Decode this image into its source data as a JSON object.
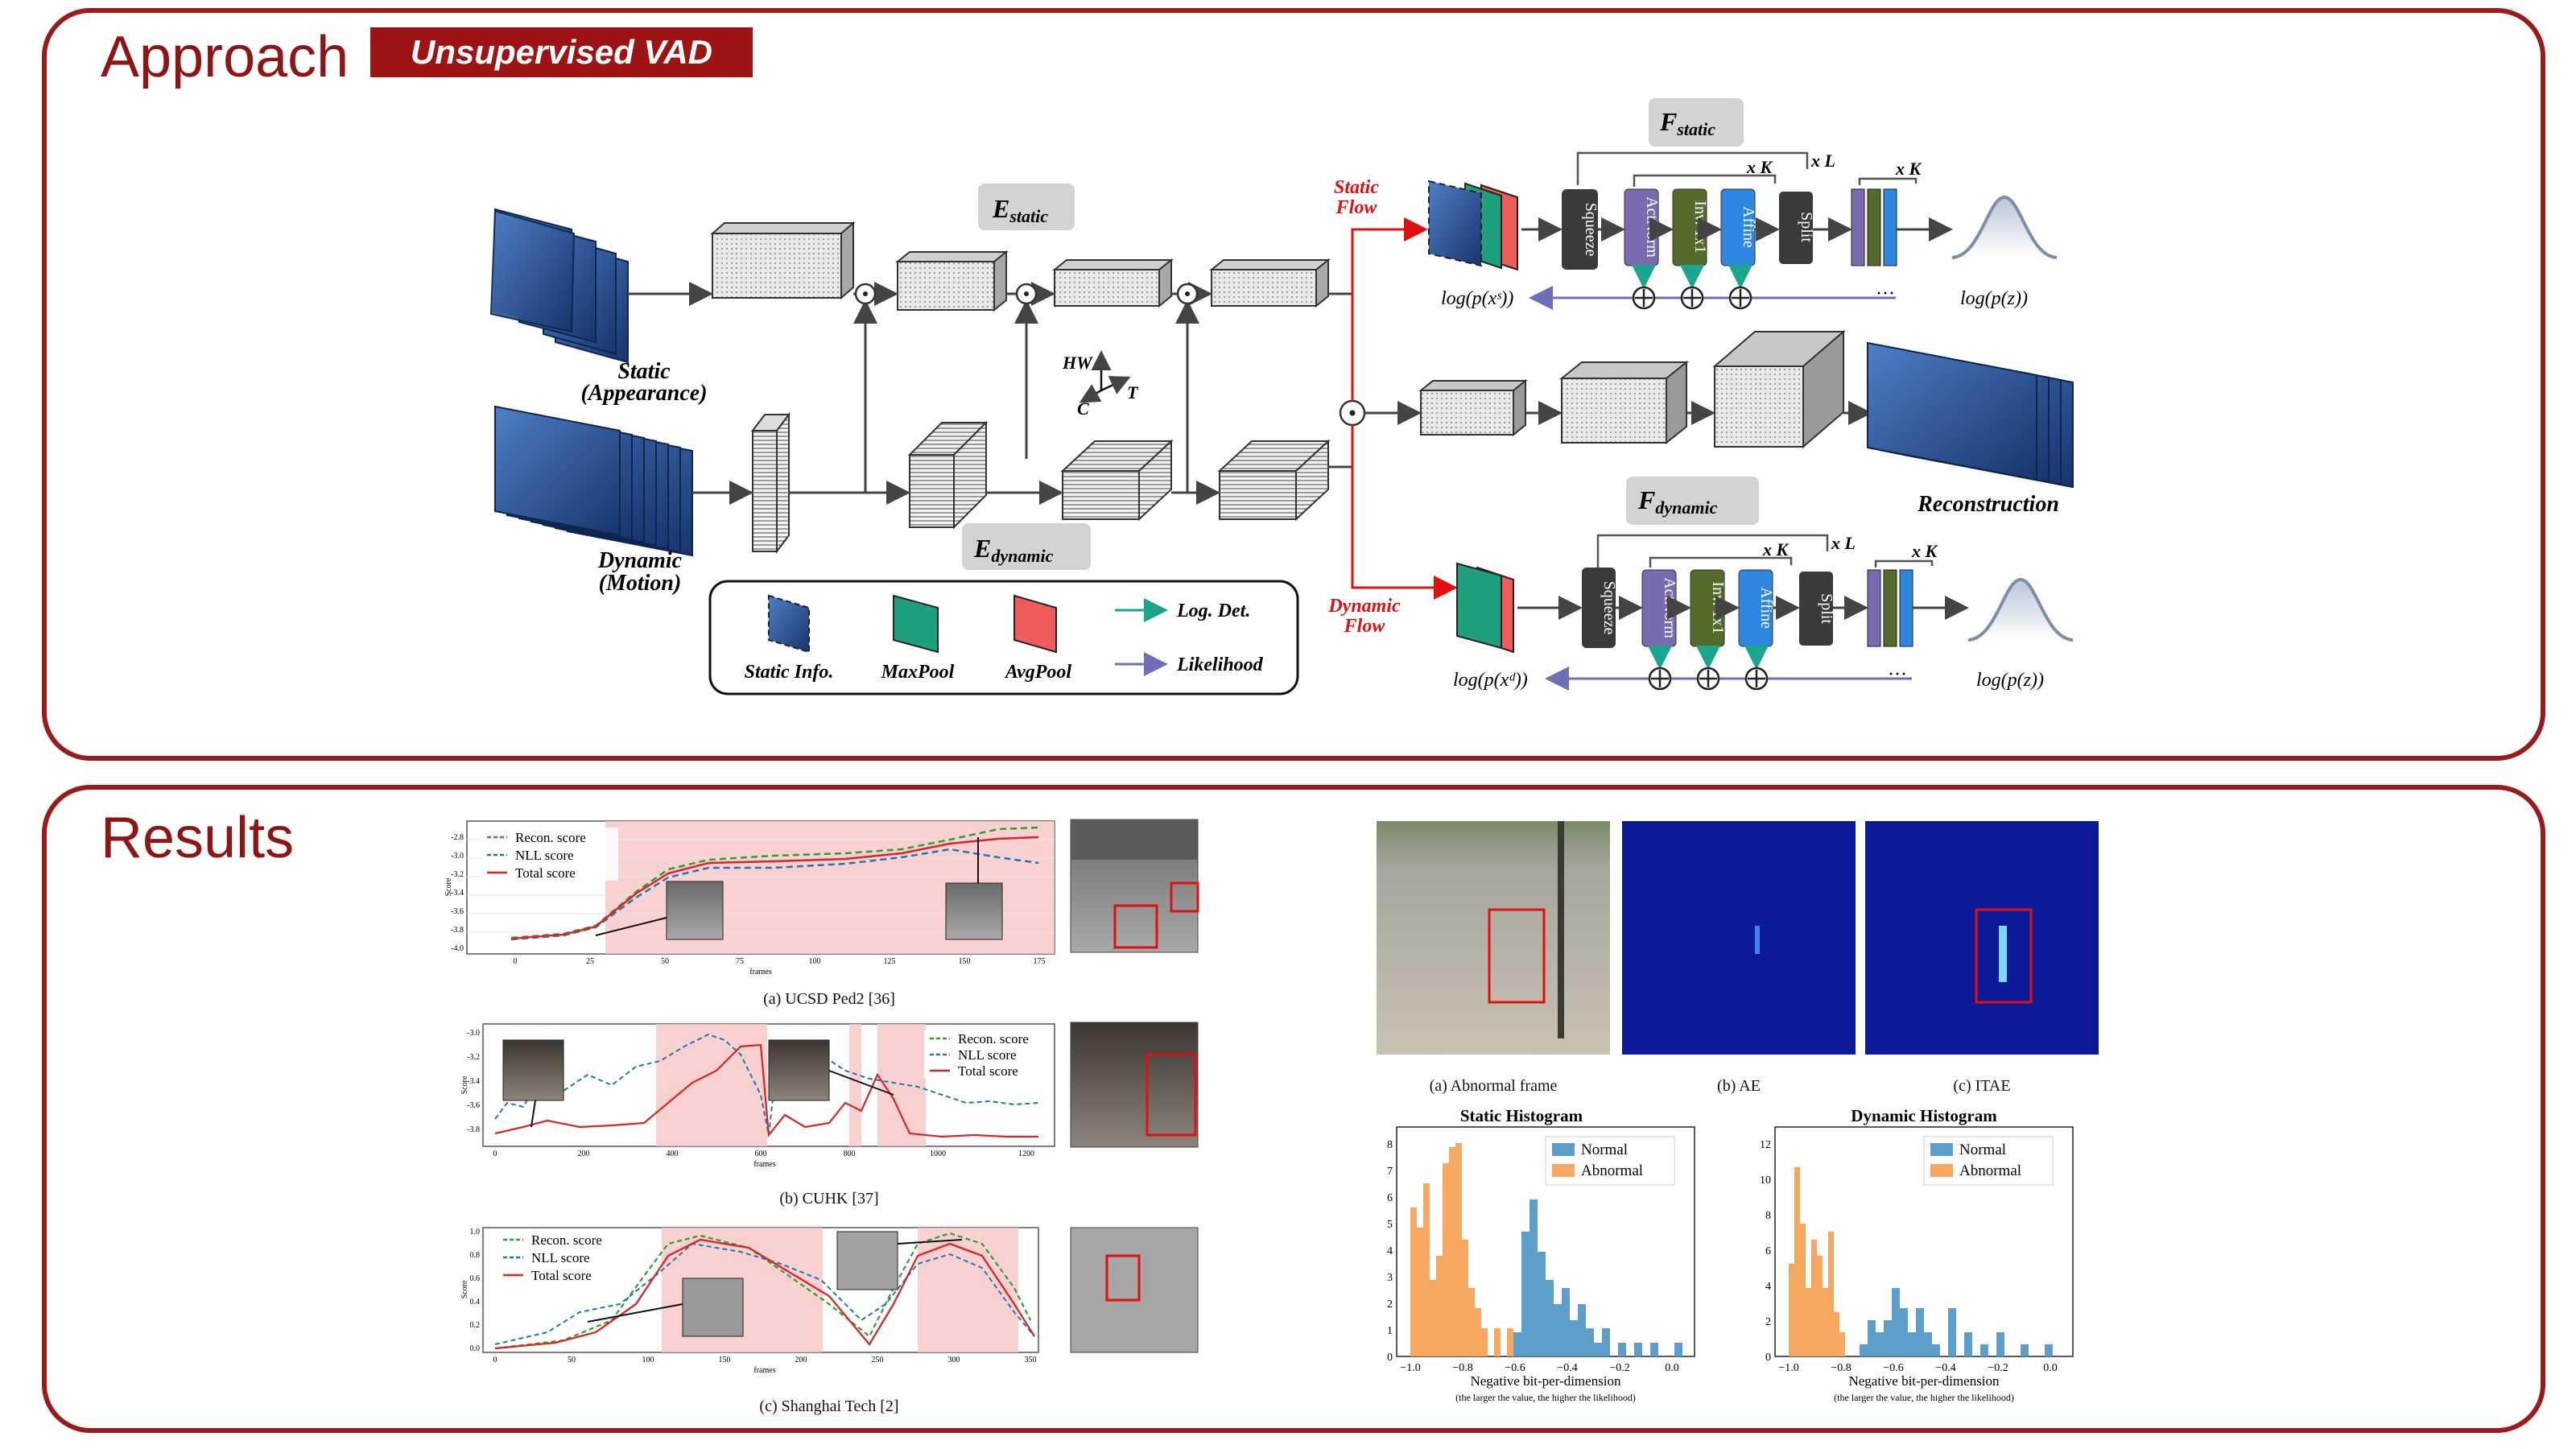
{
  "approach": {
    "title": "Approach",
    "badge": "Unsupervised VAD",
    "inputs": {
      "static": "Static",
      "static_sub": "(Appearance)",
      "dynamic": "Dynamic",
      "dynamic_sub": "(Motion)"
    },
    "encoders": {
      "static": "E",
      "static_sub": "static",
      "dynamic": "E",
      "dynamic_sub": "dynamic"
    },
    "axes": {
      "hw": "HW",
      "t": "T",
      "c": "C"
    },
    "flows": {
      "static_label": "Static",
      "static_label2": "Flow",
      "dynamic_label": "Dynamic",
      "dynamic_label2": "Flow"
    },
    "flow_static": {
      "title": "F",
      "title_sub": "static",
      "xk": "x K",
      "xl": "x L",
      "xk2": "x K",
      "blocks": [
        "Squeeze",
        "ActNorm",
        "Inv. 1x1",
        "Affine",
        "Split"
      ],
      "llx": "log(p(xˢ))",
      "llz": "log(p(z))",
      "dots": "···"
    },
    "flow_dynamic": {
      "title": "F",
      "title_sub": "dynamic",
      "xk": "x K",
      "xl": "x L",
      "xk2": "x K",
      "blocks": [
        "Squeeze",
        "ActNorm",
        "Inv. 1x1",
        "Affine",
        "Split"
      ],
      "llx": "log(p(xᵈ))",
      "llz": "log(p(z))",
      "dots": "···"
    },
    "reconstruction": "Reconstruction",
    "legend": {
      "static_info": "Static Info.",
      "maxpool": "MaxPool",
      "avgpool": "AvgPool",
      "logdet": "Log. Det.",
      "likelihood": "Likelihood"
    },
    "colors": {
      "accent": "#9e1313",
      "flow_red": "#e01010",
      "logdet": "#1aa58f",
      "likelihood": "#6f6fb8"
    }
  },
  "results": {
    "title": "Results",
    "plots": [
      {
        "caption": "(a) UCSD Ped2 [36]",
        "legend": [
          "Recon. score",
          "NLL score",
          "Total score"
        ],
        "yticks": [
          "-2.8",
          "-3.0",
          "-3.2",
          "-3.4",
          "-3.6",
          "-3.8",
          "-4.0"
        ],
        "xticks": [
          "0",
          "25",
          "50",
          "75",
          "100",
          "125",
          "150",
          "175"
        ],
        "ylabel": "Score",
        "xlabel": "frames"
      },
      {
        "caption": "(b) CUHK [37]",
        "legend": [
          "Recon. score",
          "NLL score",
          "Total score"
        ],
        "yticks": [
          "-3.0",
          "-3.2",
          "-3.4",
          "-3.6",
          "-3.8"
        ],
        "xticks": [
          "0",
          "200",
          "400",
          "600",
          "800",
          "1000",
          "1200"
        ],
        "ylabel": "Score",
        "xlabel": "frames"
      },
      {
        "caption": "(c) Shanghai Tech [2]",
        "legend": [
          "Recon. score",
          "NLL score",
          "Total score"
        ],
        "yticks": [
          "1.0",
          "0.8",
          "0.6",
          "0.4",
          "0.2",
          "0.0"
        ],
        "xticks": [
          "0",
          "50",
          "100",
          "150",
          "200",
          "250",
          "300",
          "350"
        ],
        "ylabel": "Score",
        "xlabel": "frames"
      }
    ],
    "frames": [
      {
        "caption": "(a) Abnormal frame"
      },
      {
        "caption": "(b) AE"
      },
      {
        "caption": "(c) ITAE"
      }
    ],
    "histograms": [
      {
        "title": "Static Histogram",
        "legend": [
          "Normal",
          "Abnormal"
        ],
        "xlabel": "Negative bit-per-dimension",
        "xsub": "(the larger the value, the higher the likelihood)",
        "xticks": [
          "−1.0",
          "−0.8",
          "−0.6",
          "−0.4",
          "−0.2",
          "0.0"
        ],
        "yticks": [
          "0",
          "1",
          "2",
          "3",
          "4",
          "5",
          "6",
          "7",
          "8"
        ]
      },
      {
        "title": "Dynamic Histogram",
        "legend": [
          "Normal",
          "Abnormal"
        ],
        "xlabel": "Negative bit-per-dimension",
        "xsub": "(the larger the value, the higher the likelihood)",
        "xticks": [
          "−1.0",
          "−0.8",
          "−0.6",
          "−0.4",
          "−0.2",
          "0.0"
        ],
        "yticks": [
          "0",
          "2",
          "4",
          "6",
          "8",
          "10",
          "12"
        ]
      }
    ],
    "colors": {
      "normal": "#5d9ecb",
      "abnormal": "#f7a860",
      "recon": "#2ca02c",
      "nll": "#1f77b4",
      "total": "#d62728"
    }
  }
}
